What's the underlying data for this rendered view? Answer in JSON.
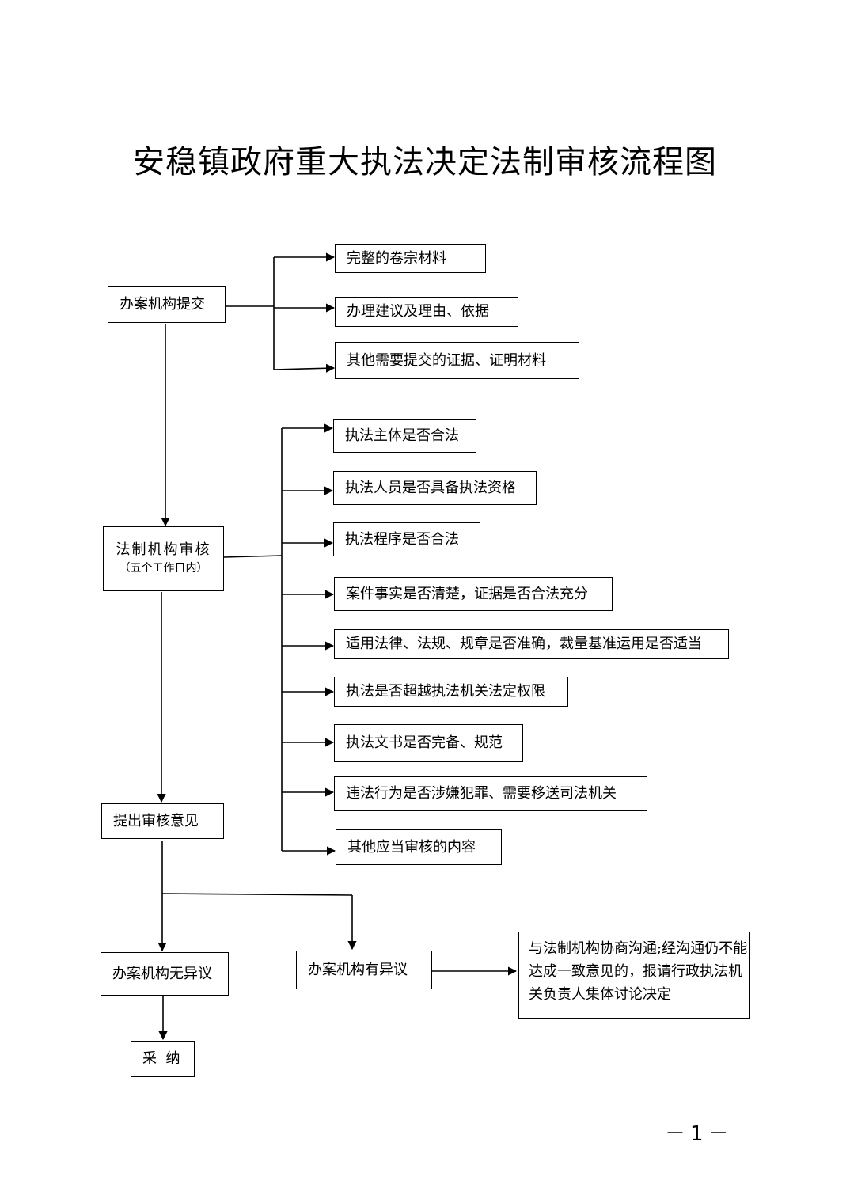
{
  "title": "安稳镇政府重大执法决定法制审核流程图",
  "nodes": {
    "submit": "办案机构提交",
    "materials": [
      "完整的卷宗材料",
      "办理建议及理由、依据",
      "其他需要提交的证据、证明材料"
    ],
    "review": "法制机构审核",
    "review_note": "（五个工作日内）",
    "checks": [
      "执法主体是否合法",
      "执法人员是否具备执法资格",
      "执法程序是否合法",
      "案件事实是否清楚，证据是否合法充分",
      "适用法律、法规、规章是否准确，裁量基准运用是否适当",
      "执法是否超越执法机关法定权限",
      "执法文书是否完备、规范",
      "违法行为是否涉嫌犯罪、需要移送司法机关",
      "其他应当审核的内容"
    ],
    "opinion": "提出审核意见",
    "no_objection": "办案机构无异议",
    "objection": "办案机构有异议",
    "negotiate": "与法制机构协商沟通;经沟通仍不能达成一致意见的，报请行政执法机关负责人集体讨论决定",
    "adopt": "采  纳"
  },
  "page_number": "－1－"
}
